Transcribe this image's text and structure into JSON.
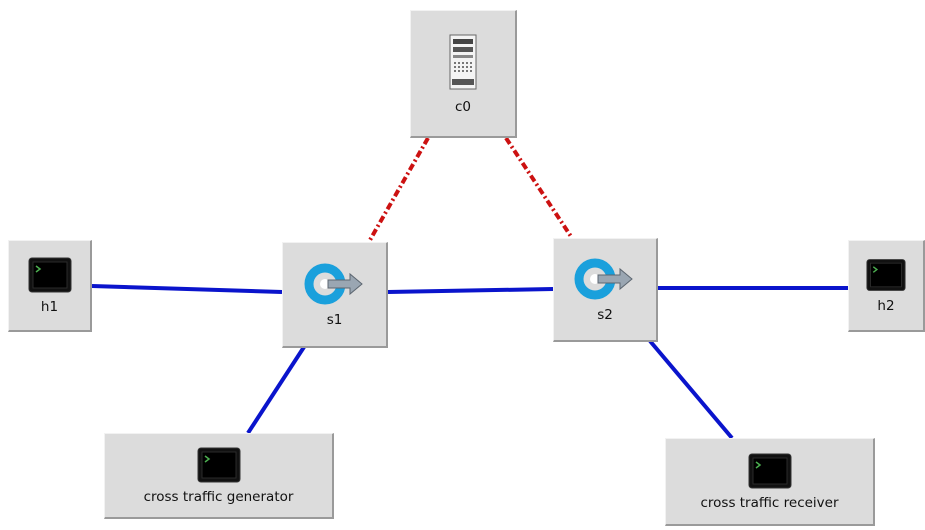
{
  "nodes": {
    "c0": {
      "label": "c0",
      "icon": "server-icon"
    },
    "s1": {
      "label": "s1",
      "icon": "switch-icon"
    },
    "s2": {
      "label": "s2",
      "icon": "switch-icon"
    },
    "h1": {
      "label": "h1",
      "icon": "terminal-icon"
    },
    "h2": {
      "label": "h2",
      "icon": "terminal-icon"
    },
    "gen": {
      "label": "cross traffic generator",
      "icon": "terminal-icon"
    },
    "recv": {
      "label": "cross traffic receiver",
      "icon": "terminal-icon"
    }
  },
  "links": [
    {
      "from": "h1",
      "to": "s1",
      "style": "data"
    },
    {
      "from": "s1",
      "to": "s2",
      "style": "data"
    },
    {
      "from": "s2",
      "to": "h2",
      "style": "data"
    },
    {
      "from": "s1",
      "to": "gen",
      "style": "data"
    },
    {
      "from": "s2",
      "to": "recv",
      "style": "data"
    },
    {
      "from": "c0",
      "to": "s1",
      "style": "control"
    },
    {
      "from": "c0",
      "to": "s2",
      "style": "control"
    }
  ],
  "colors": {
    "data_link": "#0a14cc",
    "control_link": "#cc1111",
    "node_bg": "#dcdcdc"
  }
}
